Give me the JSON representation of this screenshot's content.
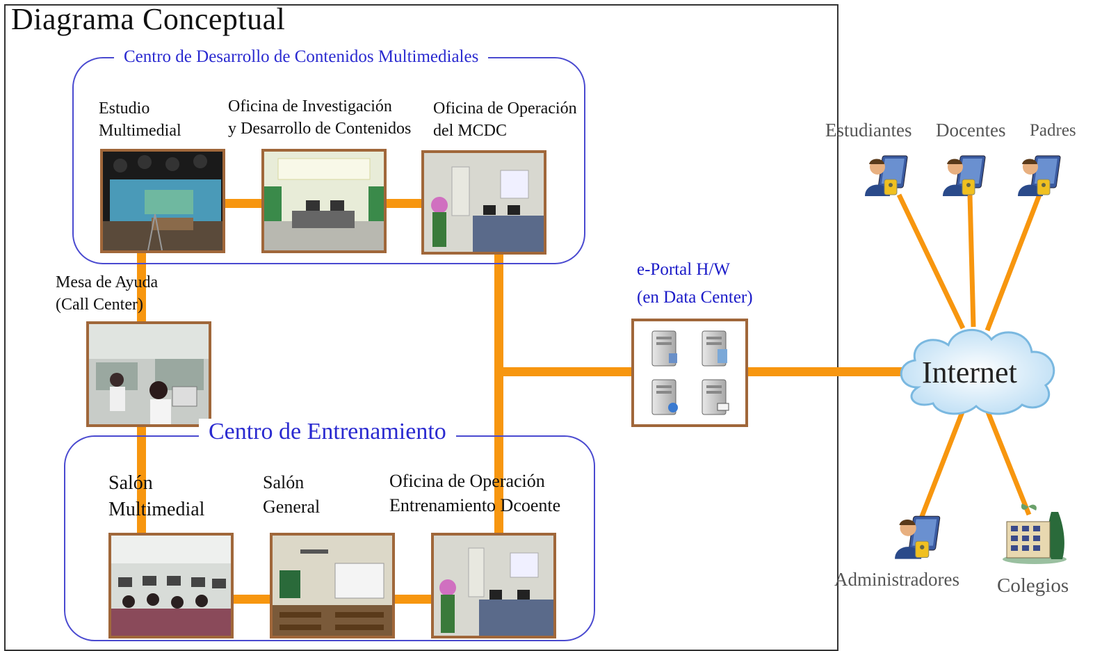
{
  "diagram": {
    "title": "Diagrama Conceptual",
    "cdcm": {
      "title": "Centro de Desarrollo de Contenidos Multimediales",
      "studio": [
        "Estudio",
        "Multimedial"
      ],
      "research": [
        "Oficina de Investigación",
        "y Desarrollo  de Contenidos"
      ],
      "operation": [
        "Oficina de Operación",
        "del MCDC"
      ]
    },
    "help_desk": [
      "Mesa de Ayuda",
      "(Call Center)"
    ],
    "training": {
      "title": "Centro de Entrenamiento",
      "multimedia_room": [
        "Salón",
        "Multimedial"
      ],
      "general_room": [
        "Salón",
        "General"
      ],
      "training_office": [
        "Oficina de Operación",
        "Entrenamiento Dcoente"
      ]
    },
    "portal": [
      "e-Portal  H/W",
      "(en Data  Center)"
    ],
    "internet": "Internet",
    "users": {
      "students": "Estudiantes",
      "teachers": "Docentes",
      "parents": "Padres",
      "admins": "Administradores",
      "schools": "Colegios"
    },
    "colors": {
      "link": "#f7960f",
      "group_border": "#4a4ad0",
      "group_title": "#2a2ad0",
      "photo_border": "#a0673a",
      "cloud": "#cfe6f7"
    }
  }
}
